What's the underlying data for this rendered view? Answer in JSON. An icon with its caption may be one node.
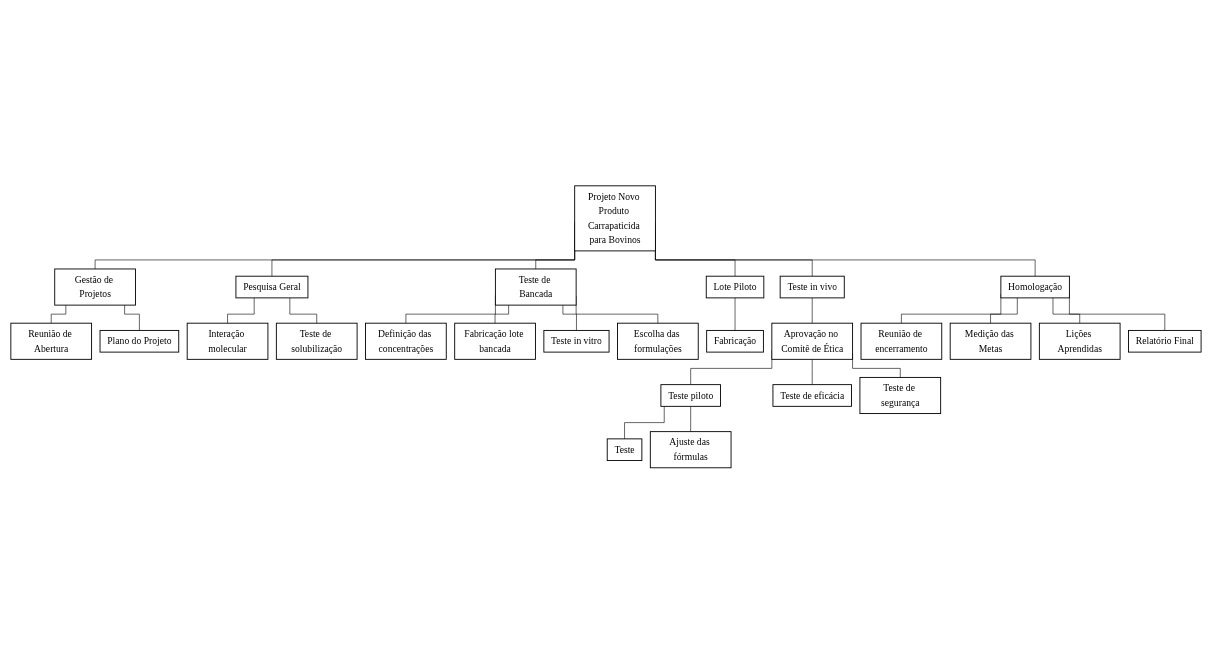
{
  "diagram": {
    "nodes": [
      {
        "text": [
          "Projeto Novo Produto Carrapaticida para Bovinos"
        ]
      },
      {
        "text": [
          "Gestão de Projetos"
        ]
      },
      {
        "text": [
          "Reunião de Abertura"
        ]
      },
      {
        "text": [
          "Plano do Projeto"
        ]
      },
      {
        "text": [
          "Pesquisa Geral"
        ]
      },
      {
        "text": [
          "Interação molecular"
        ]
      },
      {
        "text": [
          "Teste de solubilização"
        ]
      },
      {
        "text": [
          "Teste de Bancada"
        ]
      },
      {
        "text": [
          "Definição das concentrações"
        ]
      },
      {
        "text": [
          "Fabricação lote bancada"
        ]
      },
      {
        "text": [
          "Teste in vitro"
        ]
      },
      {
        "text": [
          "Escolha das formulações"
        ]
      },
      {
        "text": [
          "Lote Piloto"
        ]
      },
      {
        "text": [
          "Fabricação"
        ]
      },
      {
        "text": [
          "Teste in vivo"
        ]
      },
      {
        "text": [
          "Aprovação no Comitê de Ética"
        ]
      },
      {
        "text": [
          "Teste piloto"
        ]
      },
      {
        "text": [
          "Teste"
        ]
      },
      {
        "text": [
          "Ajuste das fórmulas"
        ]
      },
      {
        "text": [
          "Teste de eficácia"
        ]
      },
      {
        "text": [
          "Teste de segurança"
        ]
      },
      {
        "text": [
          "Homologação"
        ]
      },
      {
        "text": [
          "Reunião de encerramento"
        ]
      },
      {
        "text": [
          "Medição das Metas"
        ]
      },
      {
        "text": [
          "Lições Aprendidas"
        ]
      },
      {
        "text": [
          "Relatório Final"
        ]
      }
    ],
    "edges": [
      {
        "from": 0,
        "to": 1,
        "arrow": "none"
      },
      {
        "from": 0,
        "to": 4,
        "arrow": "none"
      },
      {
        "from": 0,
        "to": 7,
        "arrow": "none"
      },
      {
        "from": 0,
        "to": 12,
        "arrow": "none"
      },
      {
        "from": 0,
        "to": 14,
        "arrow": "none"
      },
      {
        "from": 0,
        "to": 21,
        "arrow": "none"
      },
      {
        "from": 1,
        "to": 2,
        "arrow": "none"
      },
      {
        "from": 1,
        "to": 3,
        "arrow": "none"
      },
      {
        "from": 4,
        "to": 5,
        "arrow": "none"
      },
      {
        "from": 4,
        "to": 6,
        "arrow": "none"
      },
      {
        "from": 7,
        "to": 8,
        "arrow": "none"
      },
      {
        "from": 7,
        "to": 9,
        "arrow": "none"
      },
      {
        "from": 7,
        "to": 10,
        "arrow": "none"
      },
      {
        "from": 7,
        "to": 11,
        "arrow": "none"
      },
      {
        "from": 12,
        "to": 13,
        "arrow": "none"
      },
      {
        "from": 14,
        "to": 15,
        "arrow": "none"
      },
      {
        "from": 15,
        "to": 16,
        "arrow": "none"
      },
      {
        "from": 15,
        "to": 19,
        "arrow": "none"
      },
      {
        "from": 15,
        "to": 20,
        "arrow": "none"
      },
      {
        "from": 16,
        "to": 17,
        "arrow": "none"
      },
      {
        "from": 16,
        "to": 18,
        "arrow": "none"
      },
      {
        "from": 21,
        "to": 22,
        "arrow": "none"
      },
      {
        "from": 21,
        "to": 23,
        "arrow": "none"
      },
      {
        "from": 21,
        "to": 24,
        "arrow": "none"
      },
      {
        "from": 21,
        "to": 25,
        "arrow": "none"
      }
    ]
  }
}
